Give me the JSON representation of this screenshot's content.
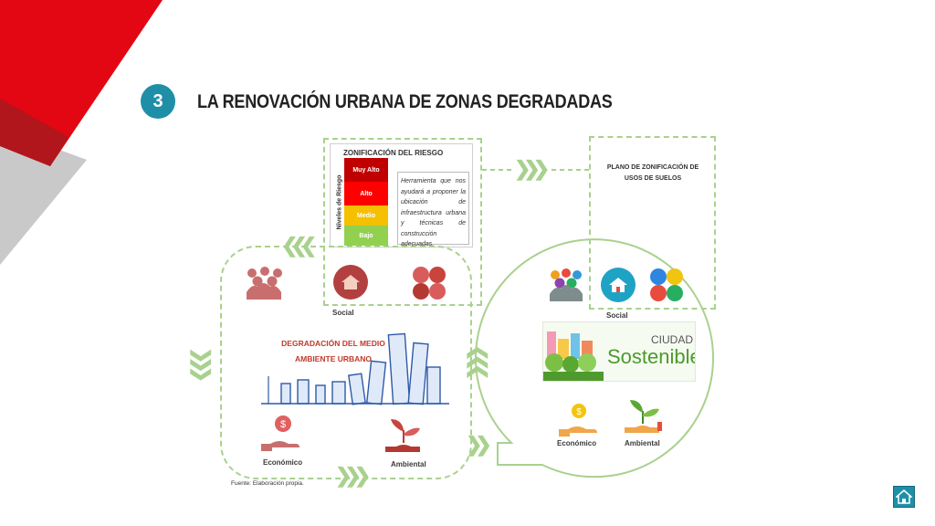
{
  "slide": {
    "number": "3",
    "title": "LA RENOVACIÓN URBANA DE ZONAS DEGRADADAS"
  },
  "risk_box": {
    "heading": "ZONIFICACIÓN DEL RIESGO",
    "axis_label": "Niveles de Riesgo",
    "levels": [
      "Muy Alto",
      "Alto",
      "Medio",
      "Bajo"
    ],
    "level_colors": [
      "#c00000",
      "#ff0000",
      "#f5c000",
      "#92d050"
    ],
    "description": "Herramienta que nos ayudará a proponer la ubicación de infraestructura urbana y técnicas de construcción adecuadas."
  },
  "plan_box": {
    "heading": "PLANO DE ZONIFICACIÓN DE USOS DE SUELOS"
  },
  "left_cycle": {
    "center_line1": "DEGRADACIÓN DEL MEDIO",
    "center_line2": "AMBIENTE URBANO",
    "social": "Social",
    "economic": "Económico",
    "environmental": "Ambiental"
  },
  "right_cycle": {
    "social": "Social",
    "city_label": "CIUDAD",
    "city_name": "Sostenible",
    "economic": "Económico",
    "environmental": "Ambiental"
  },
  "source": "Fuente: Elaboración propia."
}
